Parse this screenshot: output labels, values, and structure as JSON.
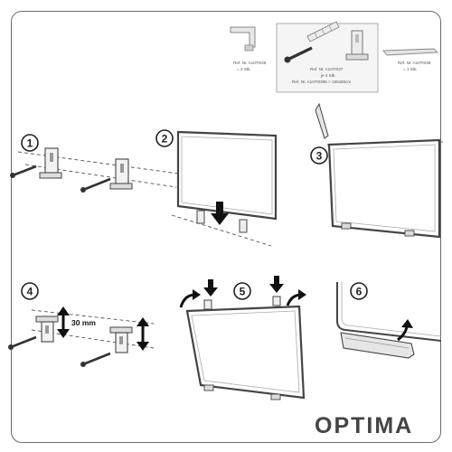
{
  "brand": "OPTIMA",
  "parts": [
    {
      "name": "corner-piece",
      "lines": [
        "Ref. Nr. A1070/38",
        "= 4 Stk."
      ]
    },
    {
      "name": "wall-mount-set",
      "lines": [
        "Ref. Nr. A1070/37",
        "je 4 Stk.",
        "Ref. Nr. A1070/385 > 180x80cm"
      ]
    },
    {
      "name": "pen-tray",
      "lines": [
        "Ref. Nr. A1070/38",
        "= 1 Stk."
      ]
    }
  ],
  "steps": [
    "1",
    "2",
    "3",
    "4",
    "5",
    "6"
  ],
  "dimension_label": "30 mm",
  "colors": {
    "line": "#555555",
    "fill": "#ffffff",
    "ink": "#222222",
    "highlight_box": "#f5f5f5"
  }
}
